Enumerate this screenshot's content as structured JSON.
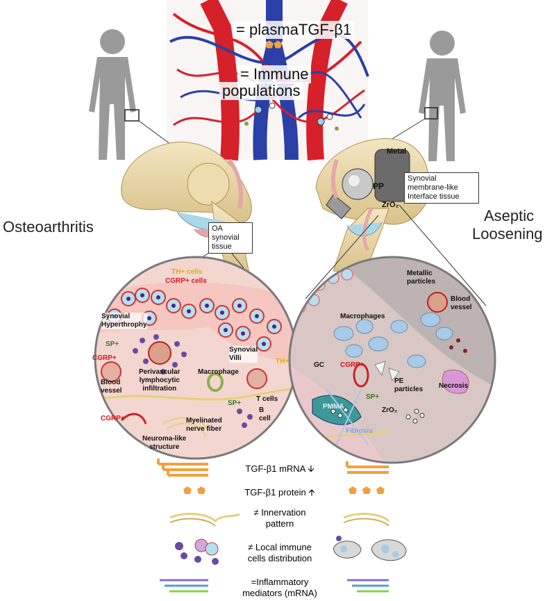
{
  "top_labels": {
    "plasma": "= plasmaTGF-β1",
    "immune_line1": "= Immune",
    "immune_line2": "populations"
  },
  "sides": {
    "left": "Osteoarthritis",
    "right_line1": "Aseptic",
    "right_line2": "Loosening"
  },
  "callouts": {
    "oa_tissue": [
      "OA",
      "synovial",
      "tissue"
    ],
    "interface": [
      "Synovial",
      "membrane-like",
      "Interface tissue"
    ]
  },
  "implant_labels": {
    "metal": "Metal",
    "pp": "PP",
    "zro2": "ZrO₂"
  },
  "left_circle": {
    "th_cells": "TH+ cells",
    "cgrp_cells": "CGRP+ cells",
    "synovial_hyperthrophy": [
      "Synovial",
      "Hyperthrophy"
    ],
    "sp1": "SP+",
    "cgrp1": "CGRP+",
    "perivascular": [
      "Perivascular",
      "lymphocytic",
      "infiltration"
    ],
    "synovial_villi": [
      "Synovial",
      "Villi"
    ],
    "th_plus": "TH+",
    "macrophage": "Macrophage",
    "blood_vessel": [
      "Blood",
      "vessel"
    ],
    "sp2": "SP+",
    "t_cells": "T cells",
    "b_cells": [
      "B",
      "cell"
    ],
    "cgrp2": "CGRP+",
    "myelinated": [
      "Myelinated",
      "nerve fiber"
    ],
    "neuroma": [
      "Neuroma-like",
      "structure"
    ]
  },
  "right_circle": {
    "metallic": [
      "Metallic",
      "particles"
    ],
    "blood_vessel": [
      "Blood",
      "vessel"
    ],
    "macrophages": "Macrophages",
    "gc": "GC",
    "cgrp": "CGRP+",
    "pe": [
      "PE",
      "particles"
    ],
    "necrosis": "Necrosis",
    "pmma": "PMMA",
    "sp": "SP+",
    "zro2": "ZrO₂",
    "fibrosis": "Fibrosis"
  },
  "legend": [
    {
      "text": [
        "TGF-β1 mRNA 🡫"
      ]
    },
    {
      "text": [
        "TGF-β1 protein 🡩"
      ]
    },
    {
      "text": [
        "≠ Innervation",
        "pattern"
      ]
    },
    {
      "text": [
        "≠ Local immune",
        "cells distribution"
      ]
    },
    {
      "text": [
        "=Inflammatory",
        "mediators (mRNA)"
      ]
    }
  ],
  "legend_arrows": [
    "↓",
    "↑"
  ],
  "colors": {
    "artery": "#d6202a",
    "vein": "#2a3fa8",
    "bone": "#e8d7a8",
    "silhouette": "#9a9a9a",
    "circle_left": "#f3d6cf",
    "circle_right": "#d8c7c4",
    "cgrp": "#d4141c",
    "th": "#e0b000",
    "sp": "#3a7a20",
    "tgf_orange": "#f2a03c"
  }
}
